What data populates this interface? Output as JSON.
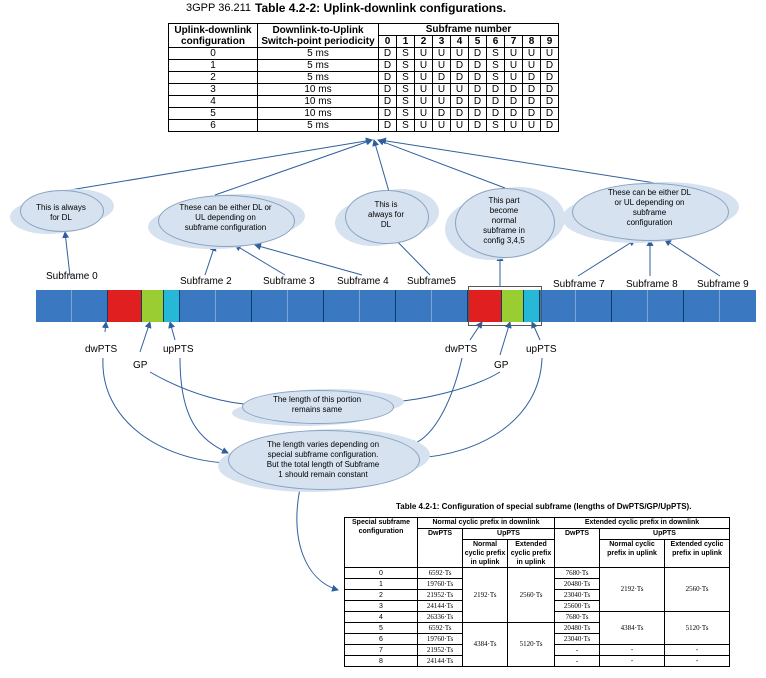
{
  "header": {
    "spec": "3GPP 36.211",
    "title": "Table 4.2-2: Uplink-downlink configurations."
  },
  "table1": {
    "col1": "Uplink-downlink configuration",
    "col2": "Downlink-to-Uplink Switch-point periodicity",
    "col3": "Subframe number",
    "subframes": [
      "0",
      "1",
      "2",
      "3",
      "4",
      "5",
      "6",
      "7",
      "8",
      "9"
    ],
    "rows": [
      {
        "config": "0",
        "period": "5 ms",
        "sf": [
          "D",
          "S",
          "U",
          "U",
          "U",
          "D",
          "S",
          "U",
          "U",
          "U"
        ]
      },
      {
        "config": "1",
        "period": "5 ms",
        "sf": [
          "D",
          "S",
          "U",
          "U",
          "D",
          "D",
          "S",
          "U",
          "U",
          "D"
        ]
      },
      {
        "config": "2",
        "period": "5 ms",
        "sf": [
          "D",
          "S",
          "U",
          "D",
          "D",
          "D",
          "S",
          "U",
          "D",
          "D"
        ]
      },
      {
        "config": "3",
        "period": "10 ms",
        "sf": [
          "D",
          "S",
          "U",
          "U",
          "U",
          "D",
          "D",
          "D",
          "D",
          "D"
        ]
      },
      {
        "config": "4",
        "period": "10 ms",
        "sf": [
          "D",
          "S",
          "U",
          "U",
          "D",
          "D",
          "D",
          "D",
          "D",
          "D"
        ]
      },
      {
        "config": "5",
        "period": "10 ms",
        "sf": [
          "D",
          "S",
          "U",
          "D",
          "D",
          "D",
          "D",
          "D",
          "D",
          "D"
        ]
      },
      {
        "config": "6",
        "period": "5 ms",
        "sf": [
          "D",
          "S",
          "U",
          "U",
          "U",
          "D",
          "S",
          "U",
          "U",
          "D"
        ]
      }
    ]
  },
  "clouds": {
    "c0": "This is always\nfor DL",
    "c1": "These can be either DL or\nUL depending on\nsubframe configuration",
    "c2": "This is\nalways for\nDL",
    "c3": "This part\nbecome\nnormal\nsubframe in\nconfig 3,4,5",
    "c4": "These can be either DL\nor UL depending on\nsubframe\nconfiguration",
    "c5": "The length of this portion\nremains same",
    "c6": "The length varies depending on\nspecial subframe configuration.\nBut the total length of Subframe\n1 should remain constant"
  },
  "labels": {
    "sf0": "Subframe 0",
    "sf2": "Subframe 2",
    "sf3": "Subframe 3",
    "sf4": "Subframe 4",
    "sf5": "Subframe5",
    "sf7": "Subframe 7",
    "sf8": "Subframe 8",
    "sf9": "Subframe 9",
    "dwpts": "dwPTS",
    "gp": "GP",
    "uppts": "upPTS"
  },
  "colors": {
    "dl": "#3a79c2",
    "dwpts_red": "#e02020",
    "gp_green": "#9acd32",
    "uppts_cyan": "#27b8d8",
    "cloud": "#d6e2ef",
    "arrow": "#2f5f9e"
  },
  "table2": {
    "caption": "Table 4.2-1: Configuration of special subframe (lengths of DwPTS/GP/UpPTS).",
    "h_special": "Special subframe configuration",
    "h_normal": "Normal cyclic prefix in downlink",
    "h_extended": "Extended cyclic prefix in downlink",
    "h_dwpts": "DwPTS",
    "h_uppts": "UpPTS",
    "h_ncp_ul": "Normal cyclic prefix in uplink",
    "h_ecp_ul": "Extended cyclic prefix in uplink",
    "configs": [
      "0",
      "1",
      "2",
      "3",
      "4",
      "5",
      "6",
      "7",
      "8"
    ],
    "normal_dwpts": [
      "6592·Ts",
      "19760·Ts",
      "21952·Ts",
      "24144·Ts",
      "26336·Ts",
      "6592·Ts",
      "19760·Ts",
      "21952·Ts",
      "24144·Ts"
    ],
    "normal_up_a_ncp": "2192·Ts",
    "normal_up_a_ecp": "2560·Ts",
    "normal_up_b_ncp": "4384·Ts",
    "normal_up_b_ecp": "5120·Ts",
    "ext_dwpts": [
      "7680·Ts",
      "20480·Ts",
      "23040·Ts",
      "25600·Ts",
      "7680·Ts",
      "20480·Ts",
      "23040·Ts",
      "-",
      "-"
    ],
    "ext_up_a_ncp": "2192·Ts",
    "ext_up_a_ecp": "2560·Ts",
    "ext_up_b_ncp": "4384·Ts",
    "ext_up_b_ecp": "5120·Ts",
    "dash": "-"
  }
}
